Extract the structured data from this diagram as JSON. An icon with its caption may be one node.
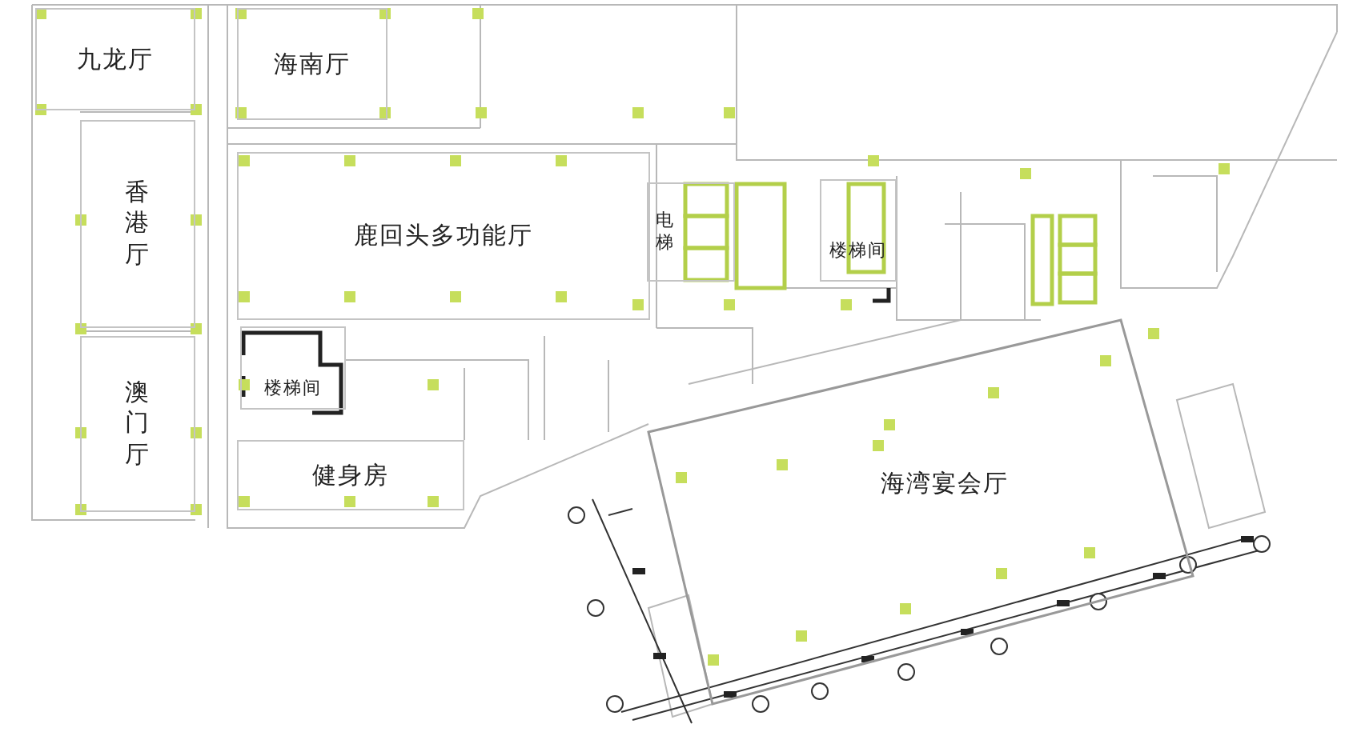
{
  "diagram": {
    "nodes": [
      {
        "text": [
          "九龙厅"
        ]
      },
      {
        "text": [
          "海南厅"
        ]
      },
      {
        "text": [
          "香港厅"
        ]
      },
      {
        "text": [
          "鹿回头多功能厅"
        ]
      },
      {
        "text": [
          "电梯"
        ]
      },
      {
        "text": [
          "楼梯间"
        ]
      },
      {
        "text": [
          "楼梯间"
        ]
      },
      {
        "text": [
          "澳门厅"
        ]
      },
      {
        "text": [
          "健身房"
        ]
      },
      {
        "text": [
          "海湾宴会厅"
        ]
      }
    ],
    "edges": []
  }
}
